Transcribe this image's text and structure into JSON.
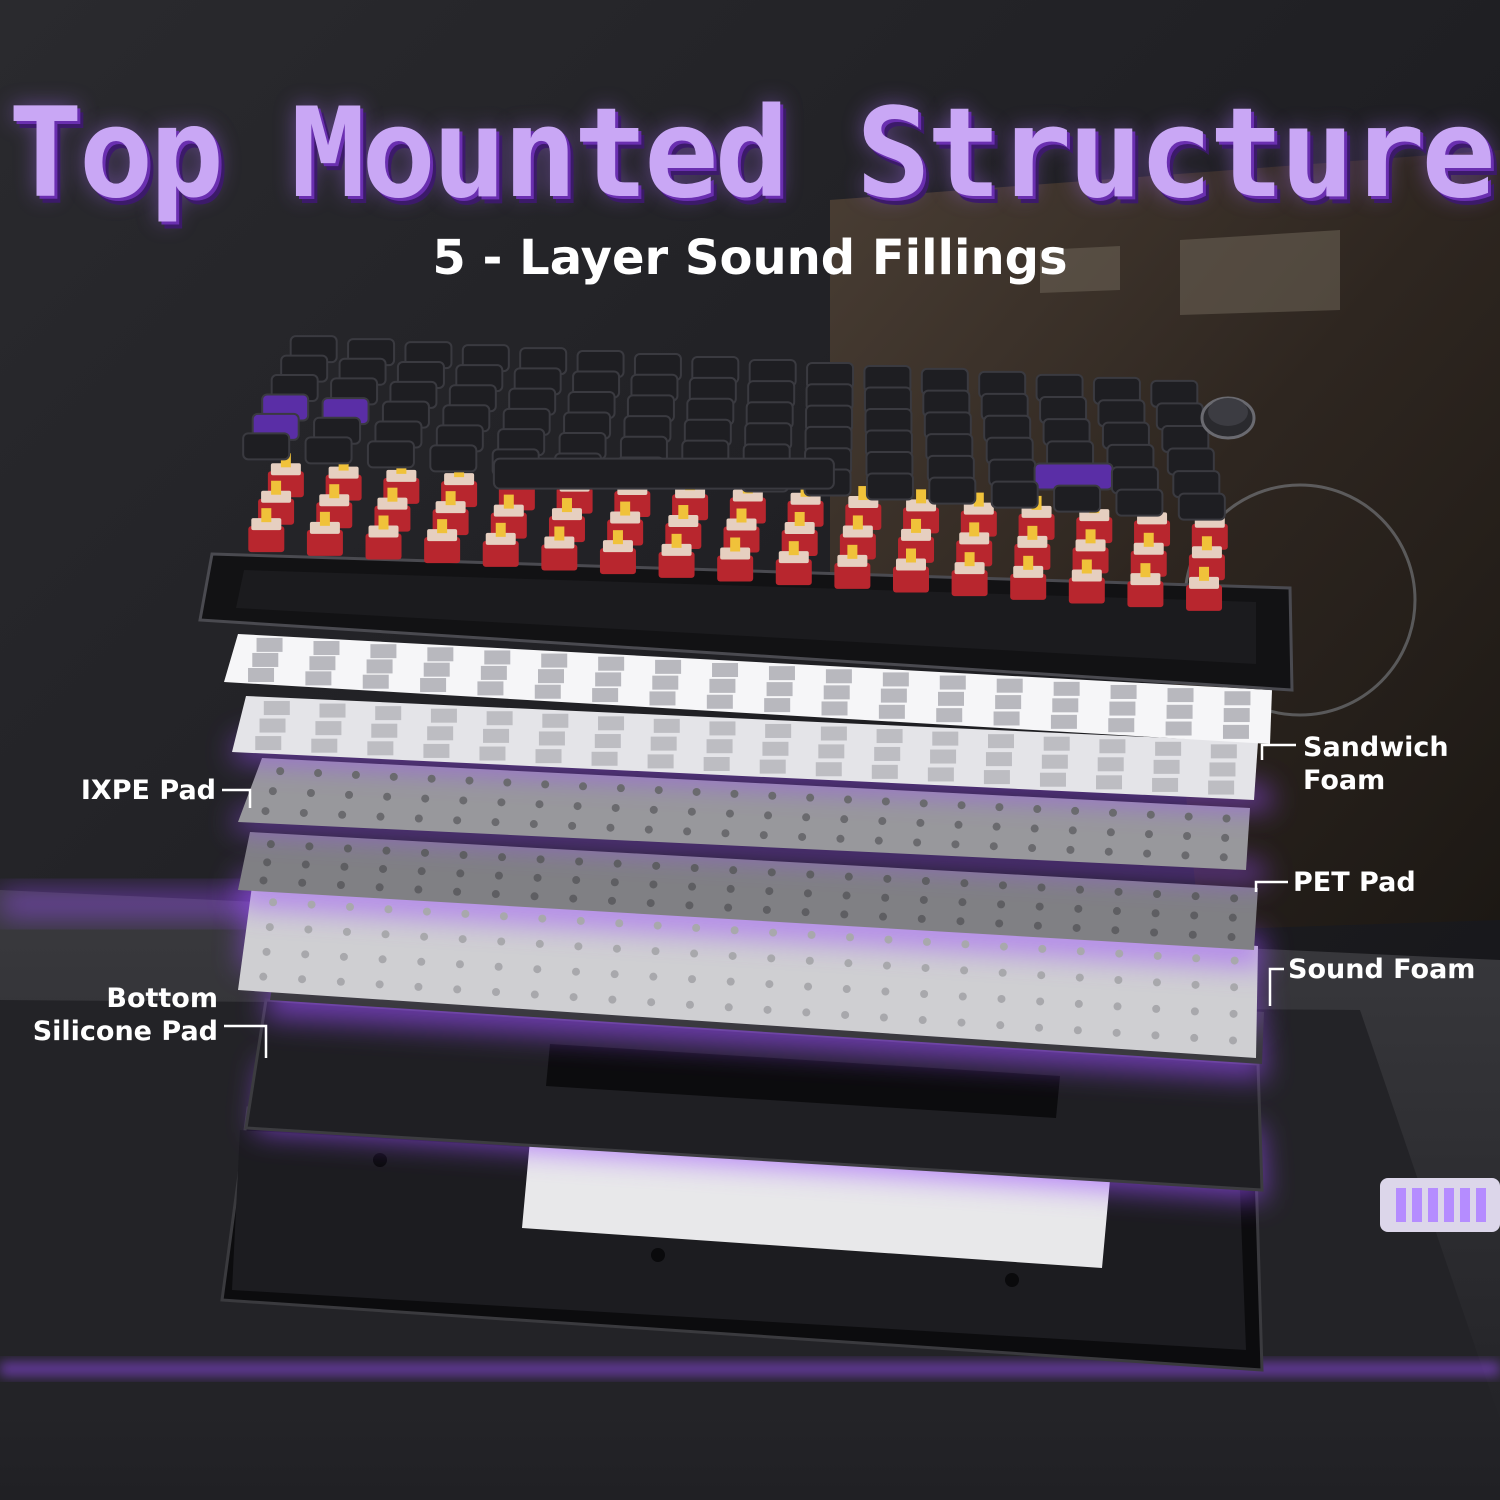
{
  "header": {
    "title": "Top Mounted Structure",
    "subtitle": "5 - Layer Sound Fillings"
  },
  "callouts": {
    "sandwich_foam": {
      "line1": "Sandwich",
      "line2": "Foam"
    },
    "ixpe_pad": {
      "line1": "IXPE Pad"
    },
    "pet_pad": {
      "line1": "PET Pad"
    },
    "sound_foam": {
      "line1": "Sound Foam"
    },
    "bottom_silicone_pad": {
      "line1": "Bottom",
      "line2": "Silicone Pad"
    }
  },
  "colors": {
    "title": "#c9a7f5",
    "title_shadow": "#6a2fb0",
    "accent_glow": "#9b4dff",
    "keycap": "#1e1e22",
    "keycap_accent": "#5a2ea6",
    "switch_housing": "#b8262e",
    "switch_stem": "#f0c23a",
    "plate": "#f2f2f4",
    "foam_gray": "#8a8a8e",
    "case": "#141416"
  },
  "icons": {
    "volume_knob": "volume-knob-icon"
  }
}
